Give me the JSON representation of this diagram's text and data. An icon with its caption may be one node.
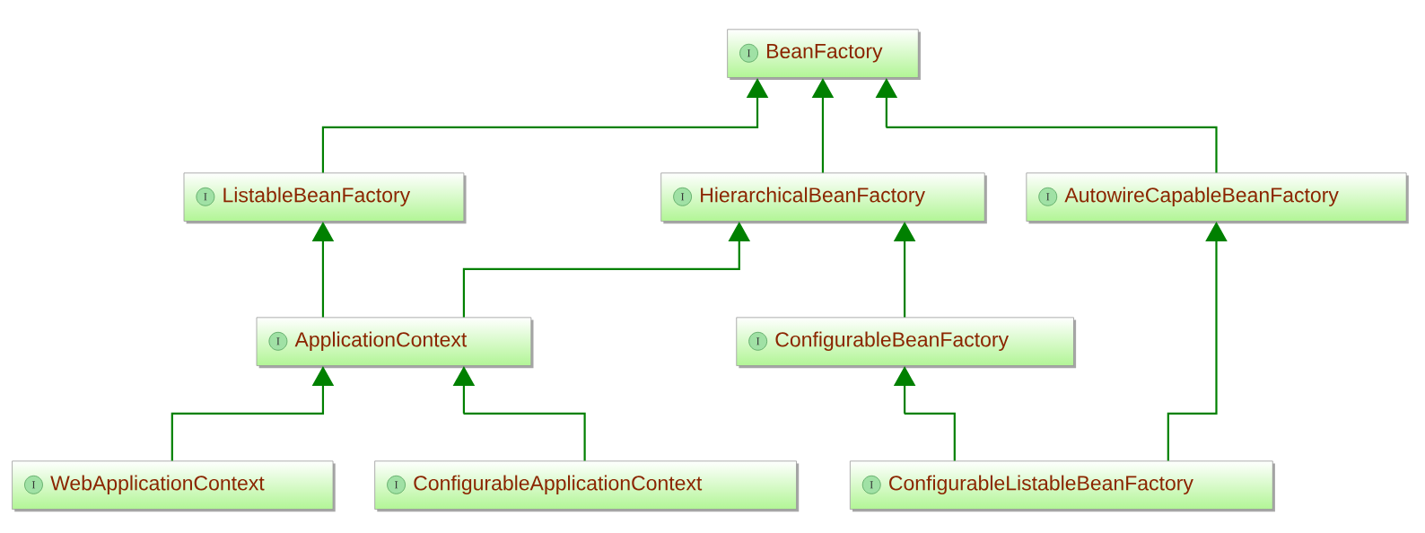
{
  "diagram": {
    "nodes": [
      {
        "text": [
          "I",
          "BeanFactory"
        ]
      },
      {
        "text": [
          "I",
          "ListableBeanFactory"
        ]
      },
      {
        "text": [
          "I",
          "HierarchicalBeanFactory"
        ]
      },
      {
        "text": [
          "I",
          "AutowireCapableBeanFactory"
        ]
      },
      {
        "text": [
          "I",
          "ApplicationContext"
        ]
      },
      {
        "text": [
          "I",
          "ConfigurableBeanFactory"
        ]
      },
      {
        "text": [
          "I",
          "WebApplicationContext"
        ]
      },
      {
        "text": [
          "I",
          "ConfigurableApplicationContext"
        ]
      },
      {
        "text": [
          "I",
          "ConfigurableListableBeanFactory"
        ]
      }
    ],
    "edges": [
      {
        "from": 1,
        "to": 0,
        "arrow": "to"
      },
      {
        "from": 2,
        "to": 0,
        "arrow": "to"
      },
      {
        "from": 3,
        "to": 0,
        "arrow": "to"
      },
      {
        "from": 4,
        "to": 1,
        "arrow": "to"
      },
      {
        "from": 4,
        "to": 2,
        "arrow": "to"
      },
      {
        "from": 5,
        "to": 2,
        "arrow": "to"
      },
      {
        "from": 6,
        "to": 4,
        "arrow": "to"
      },
      {
        "from": 7,
        "to": 4,
        "arrow": "to"
      },
      {
        "from": 8,
        "to": 5,
        "arrow": "to"
      },
      {
        "from": 8,
        "to": 3,
        "arrow": "to"
      }
    ]
  }
}
